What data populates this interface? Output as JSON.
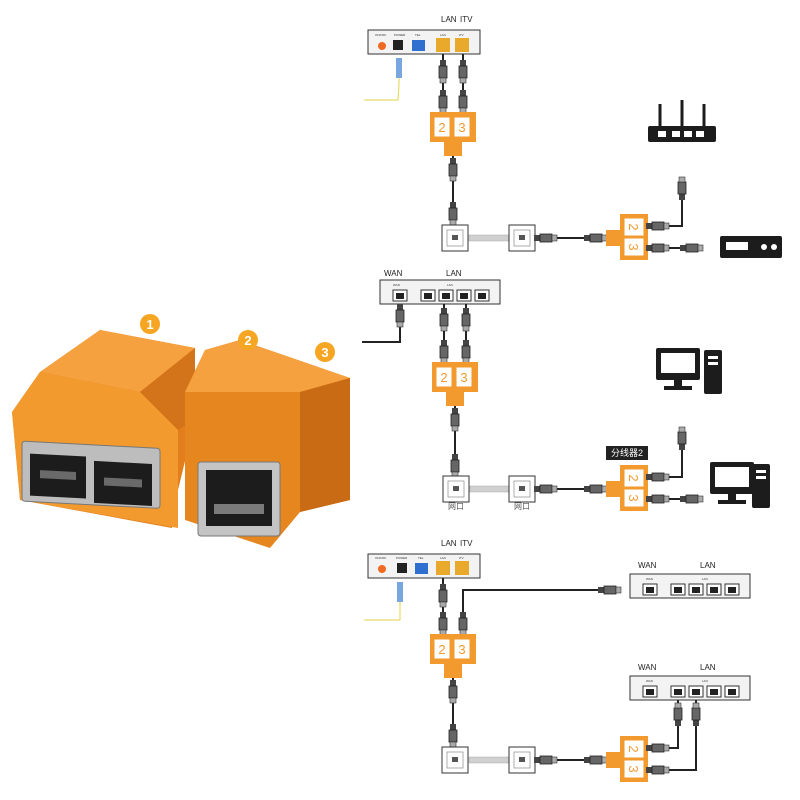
{
  "colors": {
    "splitter_orange": "#f29a2e",
    "splitter_dark": "#d9791a",
    "splitter_label": "#f6a83a",
    "badge_orange": "#f6a623",
    "port_blue": "#2f6fd0",
    "port_yellow": "#e9a92a",
    "line": "#222222",
    "cable_gray": "#d0d0d0",
    "wire_yellow": "#e2d248"
  },
  "product": {
    "badges": [
      "1",
      "2",
      "3"
    ]
  },
  "splitter": {
    "port_a": "2",
    "port_b": "3"
  },
  "modem": {
    "onoff_label": "ON/OFF",
    "power_label": "POWER",
    "tel_label": "TEL",
    "lan_label": "LAN",
    "itv_label": "ITV",
    "group_lan_label": "LAN",
    "group_itv_label": "ITV"
  },
  "switch": {
    "wan_label": "WAN",
    "lan_label": "LAN",
    "wan_port_label": "WAN",
    "lan_port_label": "LAN"
  },
  "diagram2": {
    "splitter_tag": "分线器2",
    "wall_port_a": "网口",
    "wall_port_b": "网口"
  },
  "icons": [
    "router-icon",
    "set-top-box-icon",
    "desktop-computer-icon",
    "desktop-computer-icon"
  ]
}
